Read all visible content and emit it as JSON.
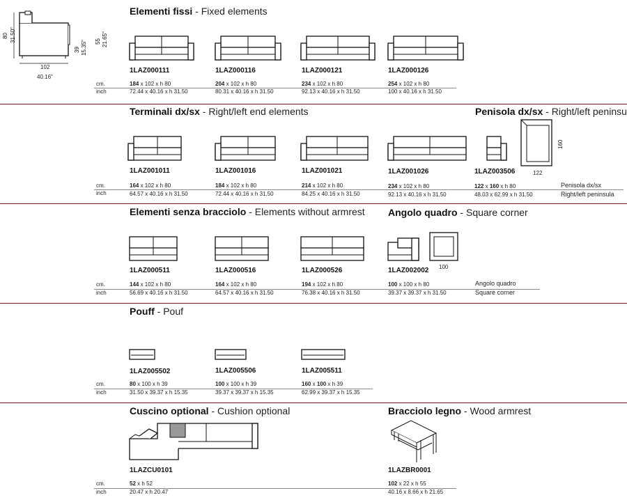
{
  "side_view": {
    "h_outer": "80",
    "h_outer_in": "31.50\"",
    "h_seat": "39",
    "h_seat_in": "15.35\"",
    "h_back": "55",
    "h_back_in": "21.65\"",
    "depth": "102",
    "depth_in": "40.16\""
  },
  "units": {
    "cm": "cm.",
    "inch": "inch"
  },
  "sections": {
    "fixed": {
      "title_bold": "Elementi fissi",
      "title_sub": " - Fixed elements",
      "items": [
        {
          "code": "1LAZ000111",
          "w": "184",
          "dim": " x 102 x h 80",
          "inch": "72.44 x 40.16 x h 31.50"
        },
        {
          "code": "1LAZ000116",
          "w": "204",
          "dim": " x 102 x h 80",
          "inch": "80.31 x 40.16 x h 31.50"
        },
        {
          "code": "1LAZ000121",
          "w": "234",
          "dim": " x 102 x h 80",
          "inch": "92.13 x 40.16 x h 31.50"
        },
        {
          "code": "1LAZ000126",
          "w": "254",
          "dim": " x 102 x h 80",
          "inch": "100 x 40.16 x h 31.50"
        }
      ]
    },
    "terminals": {
      "title_bold": "Terminali dx/sx",
      "title_sub": " - Right/left end elements",
      "items": [
        {
          "code": "1LAZ001011",
          "w": "164",
          "dim": " x 102 x h 80",
          "inch": "64.57 x 40.16 x h 31.50"
        },
        {
          "code": "1LAZ001016",
          "w": "184",
          "dim": " x 102 x h 80",
          "inch": "72.44 x 40.16 x h 31.50"
        },
        {
          "code": "1LAZ001021",
          "w": "214",
          "dim": " x 102 x h 80",
          "inch": "84.25 x 40.16 x h 31.50"
        },
        {
          "code": "1LAZ001026",
          "w": "234",
          "dim": " x 102 x h 80",
          "inch": "92.13 x 40.16 x h 31.50"
        },
        {
          "code": "1LAZ003506",
          "w": "122",
          "dim": " x ",
          "w2": "160",
          "dim2": " x h 80",
          "inch": "48.03 x 62.99 x h 31.50"
        }
      ],
      "peninsula_title_bold": "Penisola dx/sx",
      "peninsula_title_sub": " - Right/left peninsula",
      "peninsula_w": "122",
      "peninsula_d": "160",
      "peninsula_note_it": "Penisola dx/sx",
      "peninsula_note_en": "Right/left peninsula"
    },
    "armless": {
      "title_bold": "Elementi senza bracciolo",
      "title_sub": " - Elements without armrest",
      "items": [
        {
          "code": "1LAZ000511",
          "w": "144",
          "dim": " x 102 x h 80",
          "inch": "56.69 x 40.16 x h 31.50"
        },
        {
          "code": "1LAZ000516",
          "w": "164",
          "dim": " x 102 x h 80",
          "inch": "64.57 x 40.16 x h 31.50"
        },
        {
          "code": "1LAZ000526",
          "w": "194",
          "dim": " x 102 x h 80",
          "inch": "76.38 x 40.16 x h 31.50"
        }
      ],
      "corner_title_bold": "Angolo quadro",
      "corner_title_sub": " - Square corner",
      "corner": {
        "code": "1LAZ002002",
        "w": "100",
        "dim": " x 100 x h 80",
        "inch": "39.37 x 39.37 x h 31.50",
        "side": "100"
      },
      "corner_note_it": "Angolo quadro",
      "corner_note_en": "Square corner"
    },
    "pouf": {
      "title_bold": "Pouff",
      "title_sub": " - Pouf",
      "items": [
        {
          "code": "1LAZ005502",
          "w": "80",
          "dim": " x 100 x h 39",
          "inch": "31.50 x 39.37 x h 15.35"
        },
        {
          "code": "1LAZ005506",
          "w": "100",
          "dim": " x 100 x h 39",
          "inch": "39.37 x 39.37 x h 15.35"
        },
        {
          "code": "1LAZ005511",
          "w": "160",
          "dim": " x ",
          "w2": "100",
          "dim2": " x h 39",
          "inch": "62.99 x 39.37 x h 15.35"
        }
      ]
    },
    "cushion": {
      "title_bold": "Cuscino optional",
      "title_sub": " - Cushion optional",
      "code": "1LAZCU0101",
      "w": "52",
      "dim": " x h 52",
      "inch": "20.47 x h 20.47"
    },
    "armrest": {
      "title_bold": "Bracciolo legno",
      "title_sub": " - Wood armrest",
      "code": "1LAZBR0001",
      "w": "102",
      "dim": " x 22 x h 55",
      "inch": "40.16 x 8.66 x h 21.65"
    }
  }
}
